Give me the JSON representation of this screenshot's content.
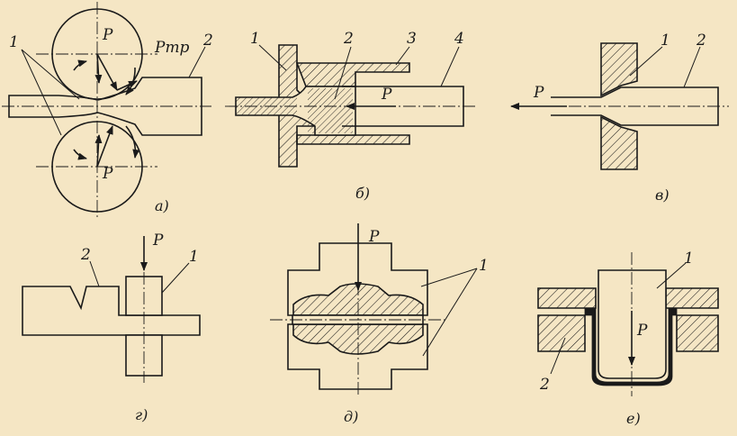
{
  "panels": {
    "a": {
      "caption": "а)",
      "labels": {
        "one": "1",
        "two": "2",
        "p_top": "P",
        "p_bottom": "P",
        "p_friction": "Pтр"
      }
    },
    "b": {
      "caption": "б)",
      "labels": {
        "one": "1",
        "two": "2",
        "three": "3",
        "four": "4",
        "p": "P"
      }
    },
    "v": {
      "caption": "в)",
      "labels": {
        "one": "1",
        "two": "2",
        "p": "P"
      }
    },
    "g": {
      "caption": "г)",
      "labels": {
        "one": "1",
        "two": "2",
        "p": "P"
      }
    },
    "d": {
      "caption": "д)",
      "labels": {
        "one": "1",
        "p": "P"
      }
    },
    "e": {
      "caption": "е)",
      "labels": {
        "one": "1",
        "two": "2",
        "p": "P"
      }
    }
  },
  "colors": {
    "background": "#f5e6c4",
    "ink": "#1a1a1a"
  }
}
